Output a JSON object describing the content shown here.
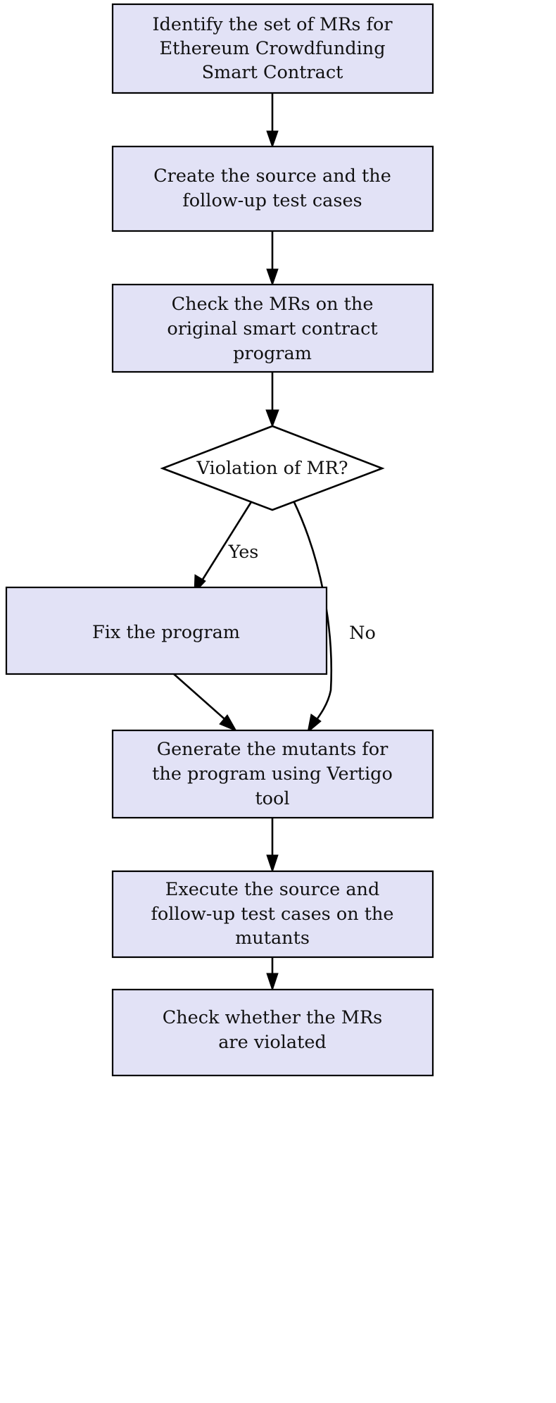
{
  "diagram": {
    "title": "Metamorphic testing process flowchart for Ethereum Crowdfunding Smart Contract",
    "type": "flowchart",
    "background_color": "#ffffff",
    "node_fill_color": "#e2e2f6",
    "node_border_color": "#000000",
    "decision_fill_color": "#ffffff",
    "edge_color": "#000000",
    "text_color": "#111111",
    "nodes": [
      {
        "id": "identify-mrs",
        "shape": "box",
        "lines": [
          "Identify the set of MRs for",
          "Ethereum Crowdfunding",
          "Smart Contract"
        ]
      },
      {
        "id": "create-test-cases",
        "shape": "box",
        "lines": [
          "Create the source and the",
          "follow-up test cases"
        ]
      },
      {
        "id": "check-mrs-original",
        "shape": "box",
        "lines": [
          "Check the MRs on the",
          "original smart contract",
          "program"
        ]
      },
      {
        "id": "violation-of-mr",
        "shape": "diamond",
        "lines": [
          "Violation of MR?"
        ]
      },
      {
        "id": "fix-the-program",
        "shape": "box",
        "lines": [
          "Fix the program"
        ]
      },
      {
        "id": "generate-mutants",
        "shape": "box",
        "lines": [
          "Generate the mutants for",
          "the program using Vertigo",
          "tool"
        ]
      },
      {
        "id": "execute-test-cases",
        "shape": "box",
        "lines": [
          "Execute the source and",
          "follow-up test cases on the",
          "mutants"
        ]
      },
      {
        "id": "check-mrs-violated",
        "shape": "box",
        "lines": [
          "Check whether the MRs",
          "are violated"
        ]
      }
    ],
    "edges": [
      {
        "id": "e1",
        "from": "identify-mrs",
        "to": "create-test-cases",
        "label": ""
      },
      {
        "id": "e2",
        "from": "create-test-cases",
        "to": "check-mrs-original",
        "label": ""
      },
      {
        "id": "e3",
        "from": "check-mrs-original",
        "to": "violation-of-mr",
        "label": ""
      },
      {
        "id": "e4",
        "from": "violation-of-mr",
        "to": "fix-the-program",
        "label": "Yes"
      },
      {
        "id": "e5",
        "from": "violation-of-mr",
        "to": "generate-mutants",
        "label": "No"
      },
      {
        "id": "e6",
        "from": "fix-the-program",
        "to": "generate-mutants",
        "label": ""
      },
      {
        "id": "e7",
        "from": "generate-mutants",
        "to": "execute-test-cases",
        "label": ""
      },
      {
        "id": "e8",
        "from": "execute-test-cases",
        "to": "check-mrs-violated",
        "label": ""
      }
    ]
  }
}
